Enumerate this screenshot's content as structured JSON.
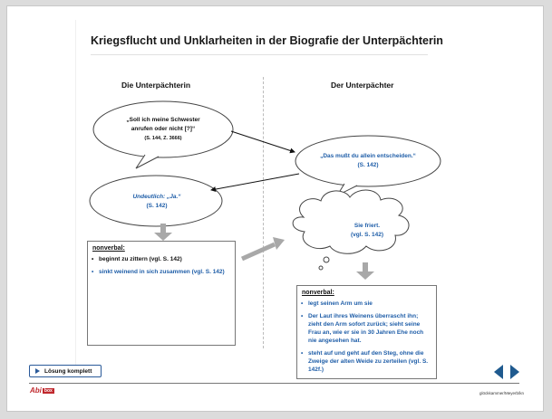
{
  "title": "Kriegsflucht und Unklarheiten in der Biografie der Unterpächterin",
  "columns": {
    "left": "Die Unterpächterin",
    "right": "Der Unterpächter"
  },
  "bubbles": {
    "quote_left_1": "„Soll ich meine Schwester",
    "quote_left_2": "anrufen oder nicht [?]“",
    "quote_left_3": "(S. 144, Z. 3666)",
    "quote_right_1": "„Das mußt du allein entscheiden.“",
    "quote_right_2": "(S. 142)",
    "undeutlich_1": "Undeutlich: „Ja.“",
    "undeutlich_2": "(S. 142)",
    "cloud_1": "Sie friert.",
    "cloud_2": "(vgl. S. 142)"
  },
  "left_box": {
    "head": "nonverbal:",
    "item1": "beginnt zu zittern (vgl. S. 142)",
    "item2": "sinkt weinend in sich zusammen (vgl. S. 142)"
  },
  "right_box": {
    "head": "nonverbal:",
    "item1": "legt seinen Arm um sie",
    "item2": "Der Laut ihres Weinens überrascht ihn; zieht den Arm sofort zurück; sieht seine Frau an, wie er sie in 30 Jahren Ehe noch nie angesehen hat.",
    "item3": "steht auf und geht auf den Steg, ohne die Zweige der alten Weide zu zerteilen (vgl. S. 142f.)"
  },
  "footer": {
    "button_label": "Lösung komplett",
    "logo_text": "Abi",
    "logo_box": "box",
    "credit": "glöckkammer/Meyerb/kn"
  },
  "colors": {
    "accent_blue": "#1f5ea8",
    "nav_blue": "#1f5a8f",
    "logo_red": "#c0282d",
    "arrow_gray": "#a8a8a8"
  }
}
